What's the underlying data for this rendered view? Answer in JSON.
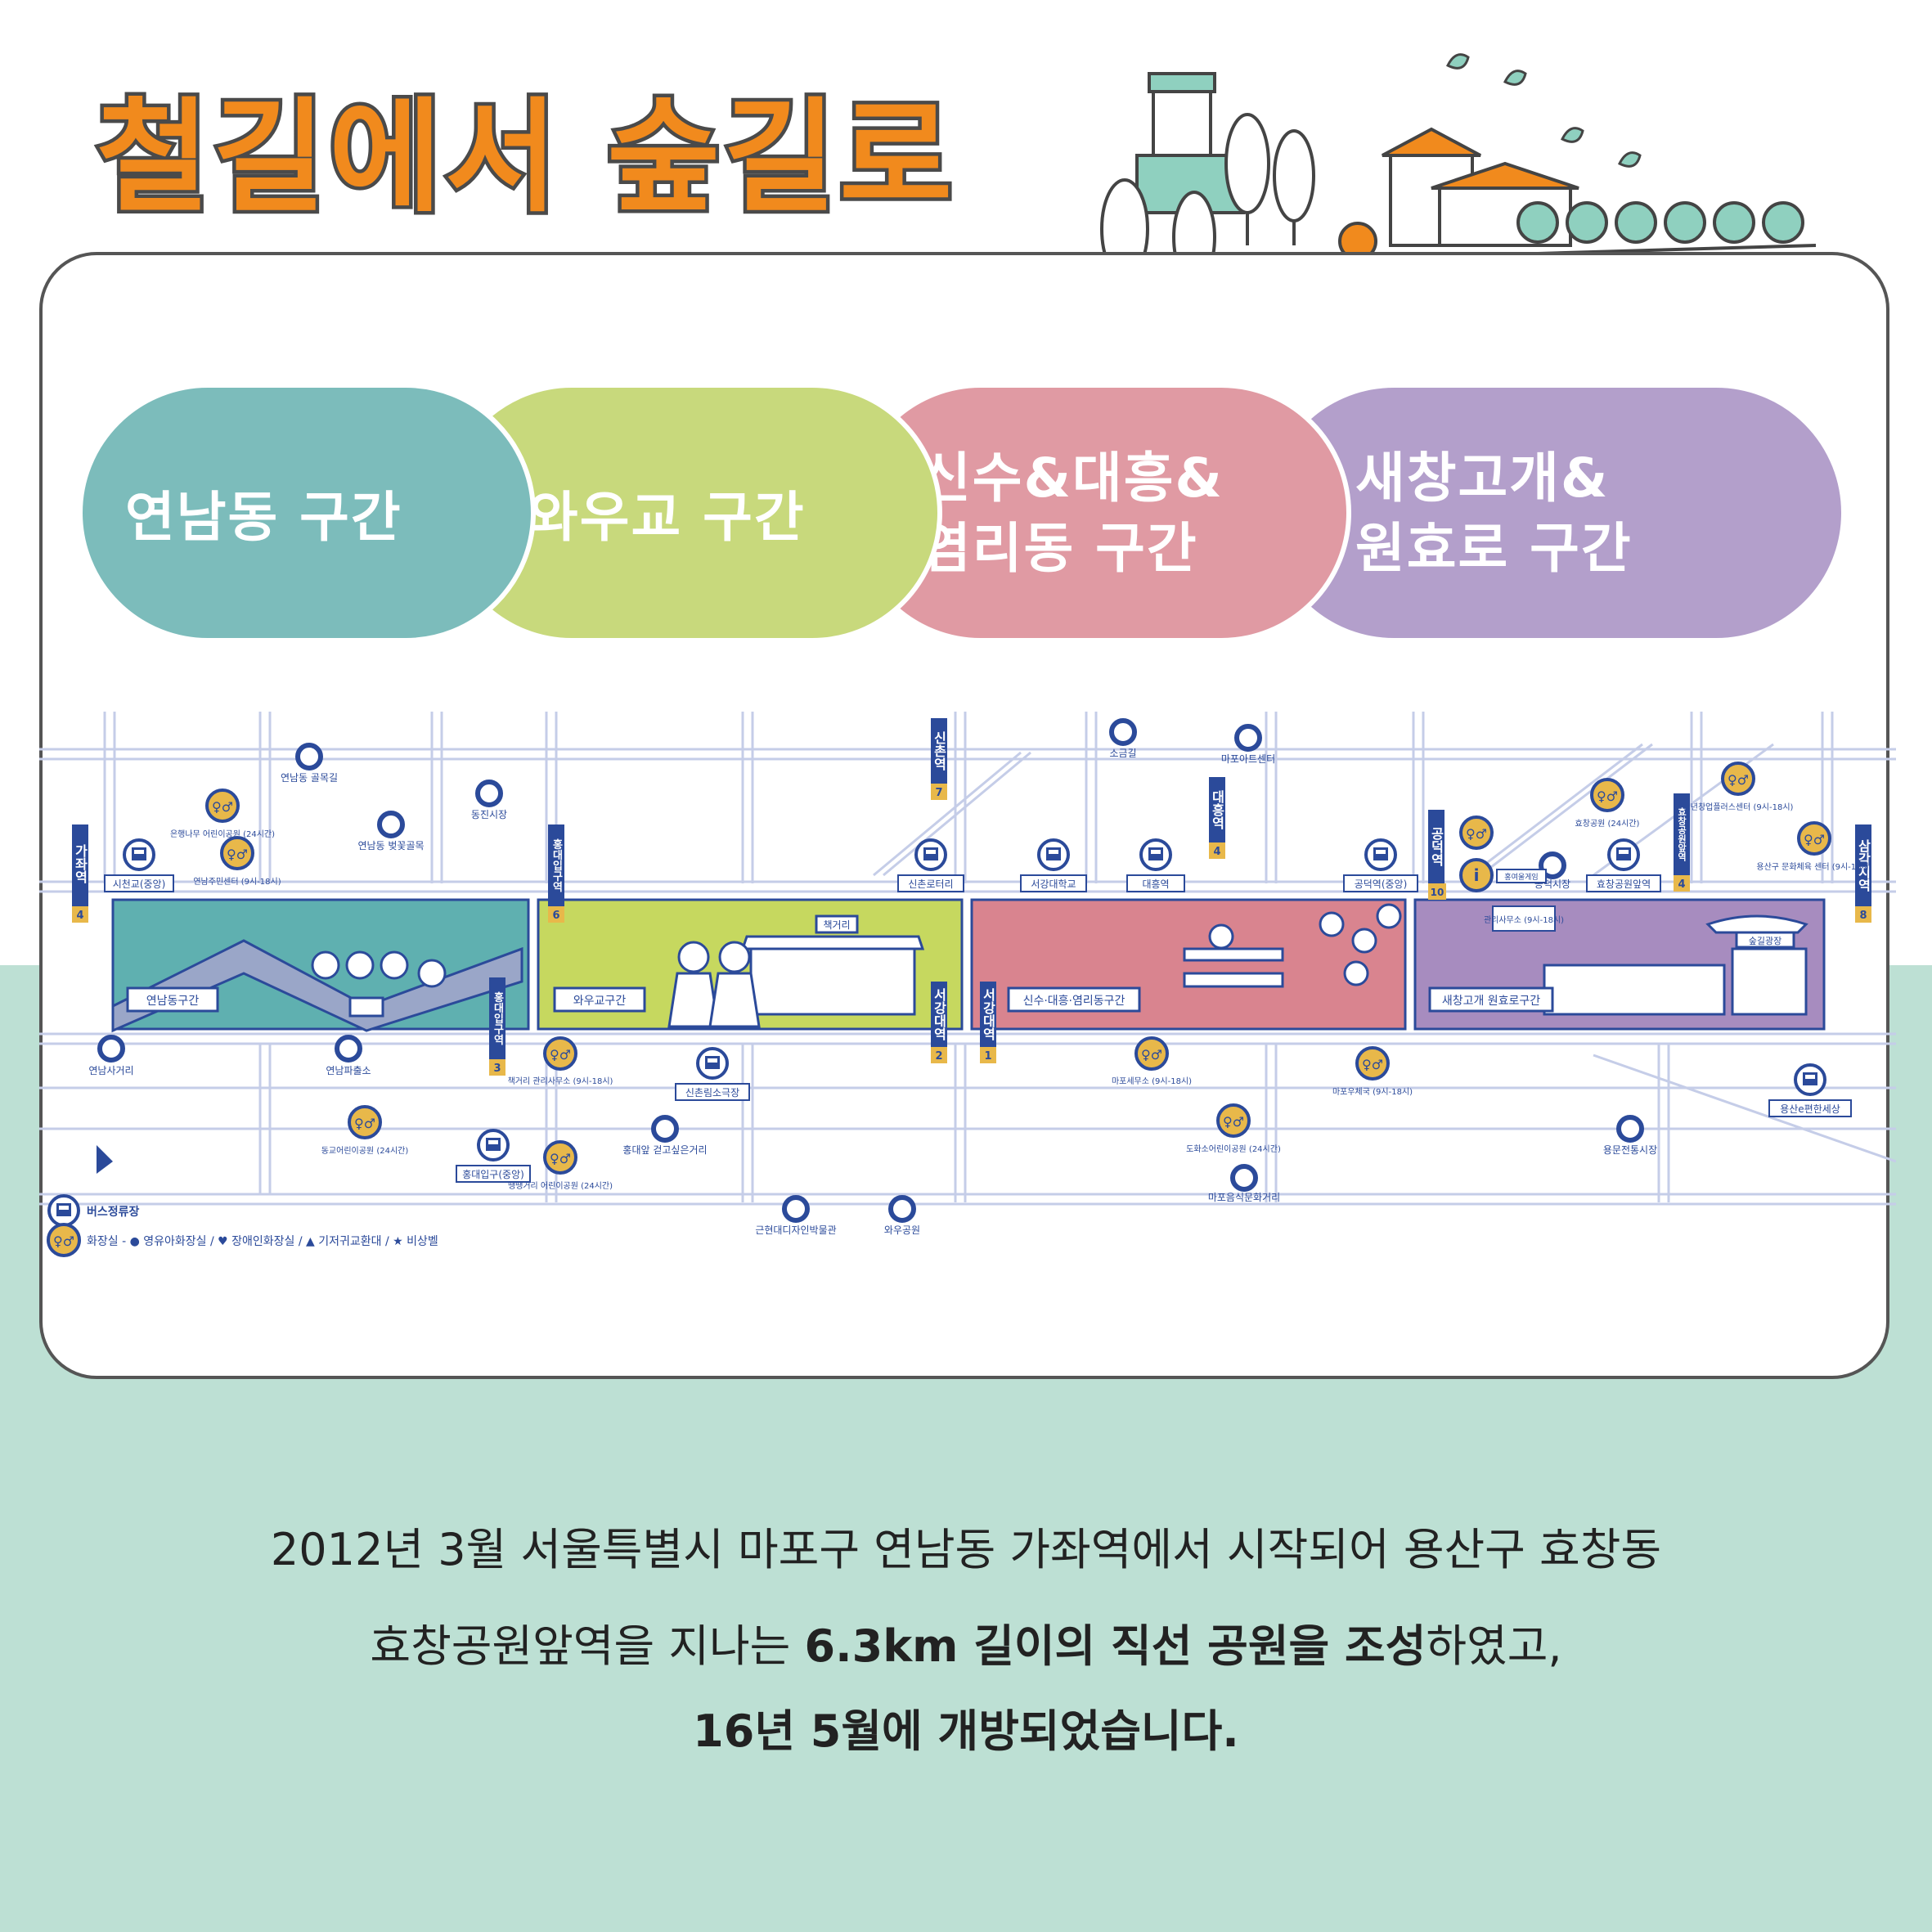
{
  "title": "철길에서 숲길로",
  "sections": [
    {
      "label": "연남동 구간",
      "color": "#7cbcbb"
    },
    {
      "label": "와우교 구간",
      "color": "#c8d97c"
    },
    {
      "label": "신수&대흥&\n염리동 구간",
      "color": "#e09aa3"
    },
    {
      "label": "새창고개&\n원효로 구간",
      "color": "#b39fcb"
    }
  ],
  "map": {
    "stations": [
      {
        "name": "가좌역",
        "num": "4"
      },
      {
        "name": "홍대입구역",
        "num": "6"
      },
      {
        "name": "홍대입구역",
        "num": "3"
      },
      {
        "name": "신촌역",
        "num": "7"
      },
      {
        "name": "서강대역",
        "num": "2"
      },
      {
        "name": "서강대역",
        "num": "1"
      },
      {
        "name": "대흥역",
        "num": "4"
      },
      {
        "name": "공덕역",
        "num": "10"
      },
      {
        "name": "효창공원앞역",
        "num": "4"
      },
      {
        "name": "삼각지역",
        "num": "8"
      }
    ],
    "landmarks": [
      "연남동 골목길",
      "동진시장",
      "연남동 벚꽃골목",
      "연남사거리",
      "연남파출소",
      "소금길",
      "마포아트센터",
      "공덕시장",
      "홍대앞 걷고싶은거리",
      "근현대디자인박물관",
      "와우공원",
      "마포음식문화거리",
      "용문전통시장"
    ],
    "bus_stops": [
      "시천교(중앙)",
      "신촌로터리",
      "서강대학교",
      "대흥역",
      "공덕역(중앙)",
      "효창공원앞역",
      "신촌림소극장",
      "홍대입구(중앙)",
      "용산e편한세상"
    ],
    "toilets": [
      "은행나무 어린이공원 (24시간)",
      "연남주민센터 (9시-18시)",
      "동교어린이공원 (24시간)",
      "책거리 관리사무소 (9시-18시)",
      "땡땡거리 어린이공원 (24시간)",
      "마포세무소 (9시-18시)",
      "도화소어린이공원 (24시간)",
      "마포우체국 (9시-18시)",
      "효창공원 (24시간)",
      "청년창업플러스센터 (9시-18시)",
      "용산구 문화체육 센터 (9시-18시)",
      "관리사무소 (9시-18시)"
    ],
    "section_signs": [
      "연남동구간",
      "와우교구간",
      "신수·대흥·염리동구간",
      "새창고개 원효로구간"
    ],
    "misc": [
      "책거리",
      "숲길광장",
      "홍여울게임"
    ],
    "legend": {
      "bus": "버스정류장",
      "toilet": "화장실 - ● 영유아화장실 / ♥ 장애인화장실 / ▲ 기저귀교환대 / ★ 비상벨"
    }
  },
  "description": {
    "line1": "2012년 3월 서울특별시 마포구 연남동 가좌역에서 시작되어 용산구 효창동",
    "line2_pre": "효창공원앞역을 지나는 ",
    "line2_bold": "6.3km 길이의 직선 공원을 조성",
    "line2_post": "하였고,",
    "line3": "16년 5월에 개방되었습니다."
  },
  "colors": {
    "title": "#f18a1d",
    "navy": "#2b4a9a",
    "mint_bg": "#bde0d4",
    "teal": "#5fb0b0",
    "lime": "#c6d85f",
    "pink": "#d9848f",
    "purple": "#a78cbf",
    "gold": "#e8b84a"
  }
}
